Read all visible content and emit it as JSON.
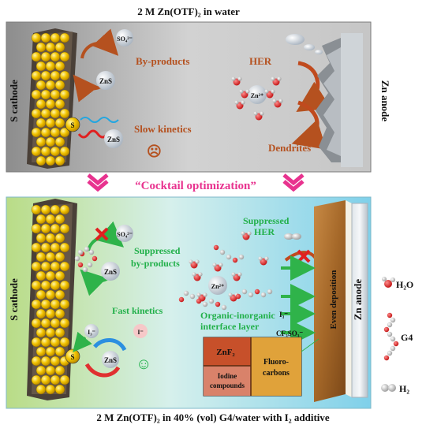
{
  "top": {
    "title": "2 M Zn(OTF)₂ in water",
    "cathode_label": "S cathode",
    "anode_label": "Zn anode",
    "byproducts": "By-products",
    "hydrogen_evolution": "HER",
    "slow_kinetics": "Slow kinetics",
    "dendrites": "Dendrites",
    "sulfate_ion": "SO₄²⁻",
    "zinc_ion": "Zn²⁺",
    "zns": "ZnS",
    "sulfur": "S",
    "face": "☹"
  },
  "middle": {
    "cocktail": "“Cocktail optimization”"
  },
  "bottom": {
    "title": "2 M Zn(OTF)₂ in 40% (vol) G4/water with I₂ additive",
    "cathode_label": "S cathode",
    "anode_label": "Zn anode",
    "suppressed_her_1": "Suppressed",
    "suppressed_her_2": "HER",
    "suppressed_by_1": "Suppressed",
    "suppressed_by_2": "by-products",
    "fast_kinetics": "Fast kinetics",
    "triiodide": "I₃⁻",
    "iodide": "I⁻",
    "zinc_ion": "Zn²⁺",
    "zns": "ZnS",
    "sulfur": "S",
    "sulfate_ion": "SO₄²⁻",
    "cf3so3": "CF₃SO₃⁻",
    "interface_1": "Organic-inorganic",
    "interface_2": "interface layer",
    "even_deposition": "Even deposition",
    "znf2": "ZnF₂",
    "iodine_1": "Iodine",
    "iodine_2": "compounds",
    "fluoro_1": "Fluoro-",
    "fluoro_2": "carbons",
    "face": "☺"
  },
  "legend": {
    "h2o": "H₂O",
    "g4": "G4",
    "h2": "H₂"
  },
  "colors": {
    "byproduct_text": "#b5511f",
    "green_text": "#22b04a",
    "magenta": "#e8338f",
    "her_arrow": "#c04a1e"
  }
}
